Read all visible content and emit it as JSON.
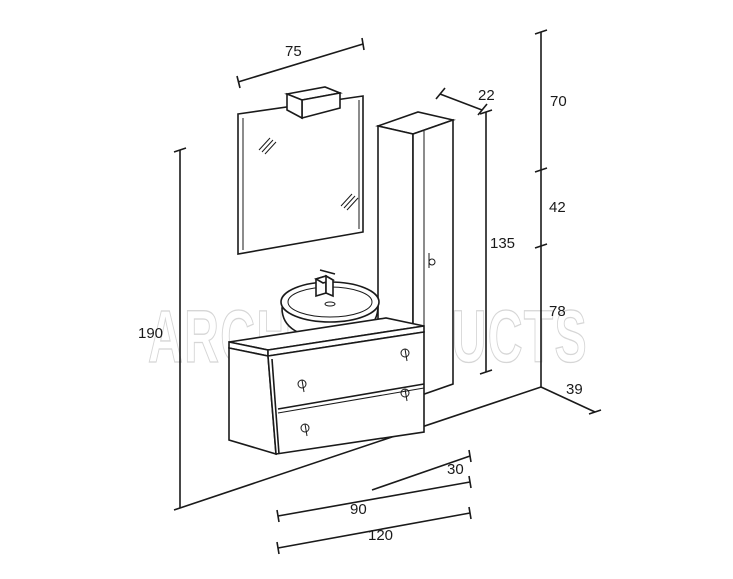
{
  "watermark": "ARCHIPRODUCTS",
  "dimensions": {
    "mirror_width": "75",
    "column_depth": "22",
    "column_height": "135",
    "overall_height": "190",
    "gap_top": "70",
    "gap_middle": "42",
    "gap_bottom": "78",
    "side_depth": "39",
    "cabinet_depth": "30",
    "cabinet_width": "90",
    "overall_width": "120"
  },
  "colors": {
    "line": "#1a1a1a",
    "background": "#ffffff",
    "watermark": "#d6d6d6"
  }
}
